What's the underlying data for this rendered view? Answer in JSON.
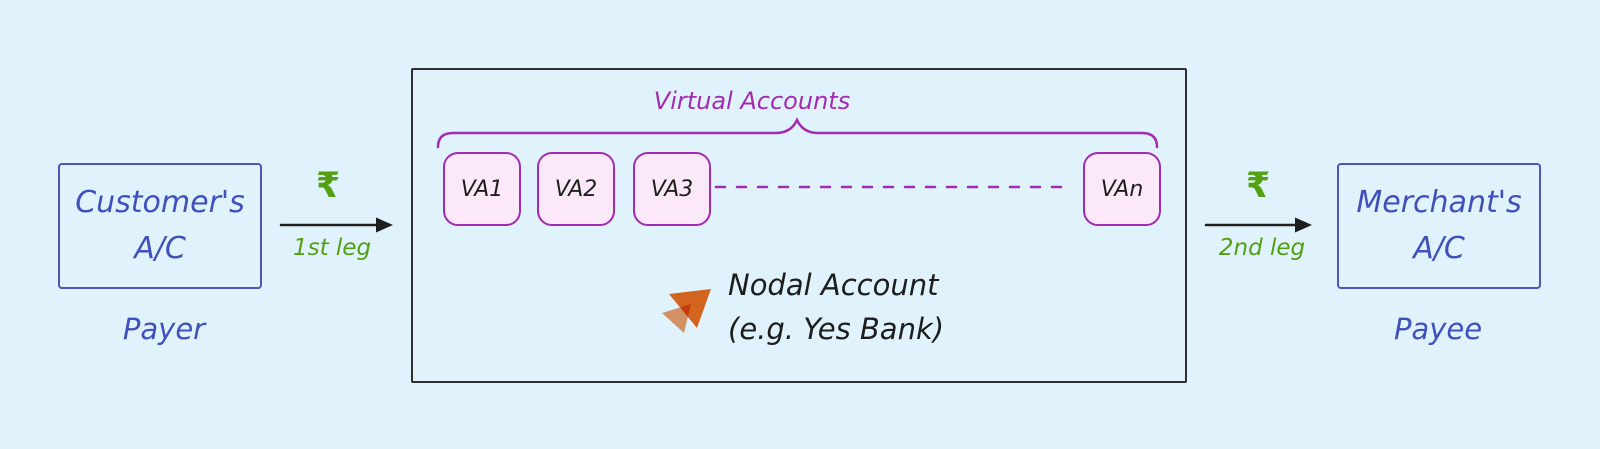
{
  "diagram": {
    "payer": {
      "account_line1": "Customer's",
      "account_line2": "A/C",
      "role": "Payer"
    },
    "leg1": {
      "currency": "₹",
      "label": "1st leg"
    },
    "nodal": {
      "virtual_accounts_title": "Virtual Accounts",
      "accounts": [
        {
          "label": "VA1"
        },
        {
          "label": "VA2"
        },
        {
          "label": "VA3"
        },
        {
          "label": "VAn"
        }
      ],
      "name_line1": "Nodal Account",
      "name_line2": "(e.g. Yes Bank)"
    },
    "leg2": {
      "currency": "₹",
      "label": "2nd leg"
    },
    "payee": {
      "account_line1": "Merchant's",
      "account_line2": "A/C",
      "role": "Payee"
    }
  },
  "colors": {
    "background": "#e0f2fb",
    "account_blue": "#4c56ba",
    "leg_green": "#53a113",
    "virtual_purple": "#a32bb0",
    "va_fill_pink": "#fbe8f8",
    "ink_black": "#1e1e1e",
    "nodal_border": "#2f2f2f",
    "logo_orange_dark": "#d2641f",
    "logo_orange_light": "#f09a68"
  }
}
